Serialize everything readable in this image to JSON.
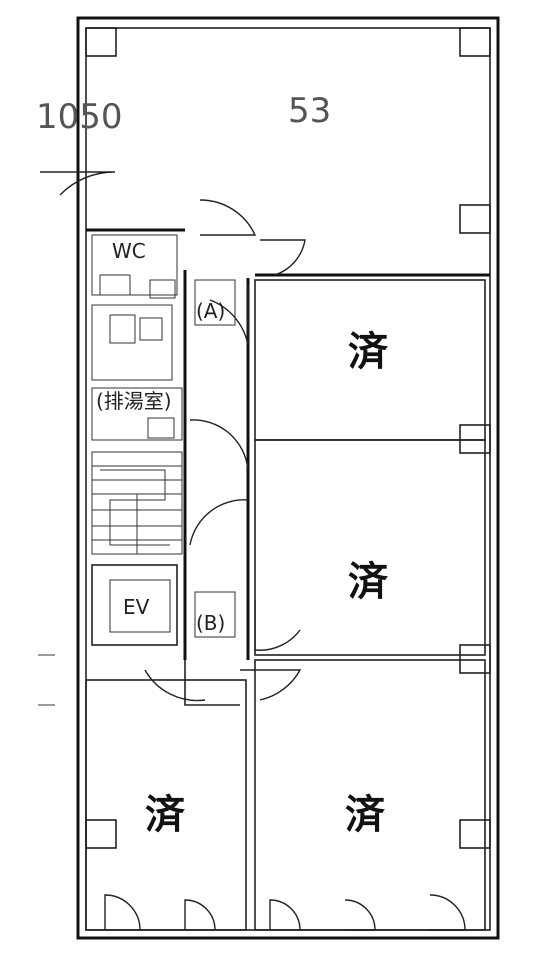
{
  "plan": {
    "top_room_label": "53",
    "side_dimension": "1050",
    "wc_label": "WC",
    "stair_a_label": "(A)",
    "stair_b_label": "(B)",
    "ev_label": "EV",
    "drain_label": "(排湯室)",
    "rooms": [
      {
        "label": "済"
      },
      {
        "label": "済"
      },
      {
        "label": "済"
      },
      {
        "label": "済"
      }
    ]
  }
}
